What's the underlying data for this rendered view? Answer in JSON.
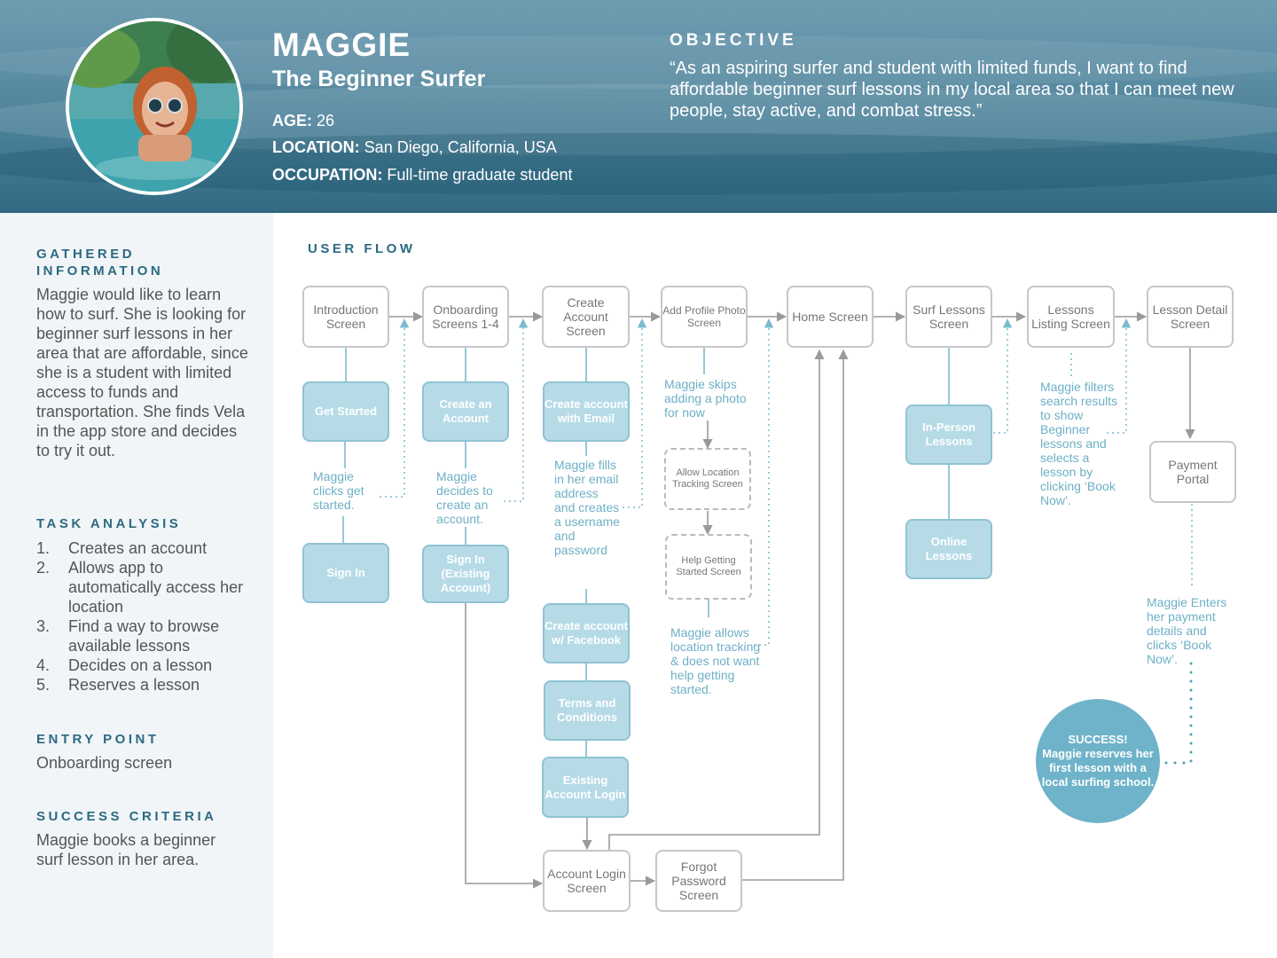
{
  "persona": {
    "name": "MAGGIE",
    "subtitle": "The Beginner Surfer",
    "age_label": "AGE:",
    "age": "26",
    "location_label": "LOCATION:",
    "location": "San Diego, California, USA",
    "occupation_label": "OCCUPATION:",
    "occupation": "Full-time graduate student"
  },
  "objective": {
    "title": "OBJECTIVE",
    "text": "“As an aspiring surfer and student with limited funds, I want to find affordable beginner surf lessons in my local area so that I can meet new people, stay active, and combat stress.”"
  },
  "sidebar": {
    "gathered_title": "GATHERED INFORMATION",
    "gathered_text": "Maggie would like to learn how to surf. She is looking for beginner surf lessons in her area that are affordable, since she is a student with limited access to funds and transportation. She finds Vela in the app store and decides to try it out.",
    "task_title": "TASK ANALYSIS",
    "tasks": [
      {
        "num": "1.",
        "text": "Creates an account"
      },
      {
        "num": "2.",
        "text": "Allows app to automatically access her location"
      },
      {
        "num": "3.",
        "text": "Find a way to browse available lessons"
      },
      {
        "num": "4.",
        "text": "Decides on a lesson"
      },
      {
        "num": "5.",
        "text": "Reserves a lesson"
      }
    ],
    "entry_title": "ENTRY POINT",
    "entry_text": "Onboarding screen",
    "success_title": "SUCCESS CRITERIA",
    "success_text": "Maggie books a beginner surf lesson in her area."
  },
  "flow": {
    "title": "USER FLOW",
    "screens": {
      "intro": "Introduction Screen",
      "onboarding": "Onboarding Screens 1-4",
      "create_account": "Create Account Screen",
      "add_photo": "Add Profile Photo Screen",
      "home": "Home Screen",
      "surf_lessons": "Surf Lessons Screen",
      "listing": "Lessons Listing Screen",
      "detail": "Lesson Detail Screen",
      "payment": "Payment Portal",
      "login": "Account Login Screen",
      "forgot": "Forgot Password Screen"
    },
    "optional_screens": {
      "location": "Allow Location Tracking Screen",
      "help": "Help Getting Started Screen"
    },
    "buttons": {
      "get_started": "Get Started",
      "sign_in_1": "Sign In",
      "create_an_account": "Create an Account",
      "sign_in_existing": "Sign In (Existing Account)",
      "create_with_email": "Create account with Email",
      "create_with_facebook": "Create account w/ Facebook",
      "terms": "Terms and Conditions",
      "existing_login": "Existing Account Login",
      "in_person": "In-Person Lessons",
      "online": "Online Lessons"
    },
    "notes": {
      "clicks_get_started": "Maggie clicks get started.",
      "decides_create": "Maggie decides to create an account.",
      "fills_email": "Maggie fills in her email address and creates a username and password",
      "skips_photo": "Maggie skips adding a photo for now",
      "allows_location": "Maggie allows location tracking & does not want help getting started.",
      "filters_search": "Maggie filters search results to show Beginner lessons and selects a lesson by clicking ‘Book Now’.",
      "enters_payment": "Maggie Enters her payment details and clicks ‘Book Now’."
    },
    "success": {
      "title": "SUCCESS!",
      "text": "Maggie reserves her first lesson with a local surfing school."
    }
  },
  "colors": {
    "accent": "#2c6a80",
    "note": "#6eb0c6",
    "button_fill": "#b6dbe7",
    "success_fill": "#6eb3c9"
  }
}
